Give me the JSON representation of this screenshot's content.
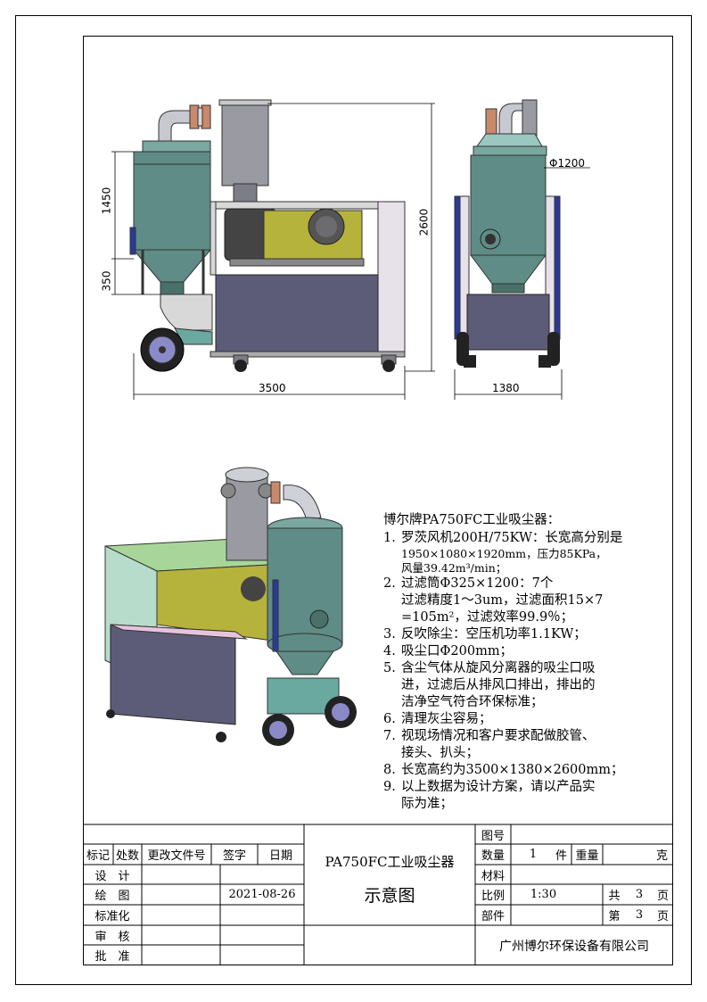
{
  "dimensions": {
    "side_height_upper": "1450",
    "side_height_lower": "350",
    "total_height": "2600",
    "total_length": "3500",
    "diameter": "Φ1200",
    "width": "1380"
  },
  "spec": {
    "title": "博尔牌PA750FC工业吸尘器：",
    "items": [
      {
        "n": "1.",
        "text": "罗茨风机200H/75KW：长宽高分别是",
        "sub": [
          "1950×1080×1920mm，压力85KPa，",
          "风量39.42m³/min；"
        ]
      },
      {
        "n": "2.",
        "text": "过滤筒Φ325×1200：7个",
        "sub2": [
          "过滤精度1～3um，过滤面积15×7",
          "=105m²，过滤效率99.9％；"
        ]
      },
      {
        "n": "3.",
        "text": "反吹除尘：空压机功率1.1KW；"
      },
      {
        "n": "4.",
        "text": "吸尘口Φ200mm；"
      },
      {
        "n": "5.",
        "text": "含尘气体从旋风分离器的吸尘口吸",
        "sub2": [
          "进，过滤后从排风口排出，排出的",
          "洁净空气符合环保标准；"
        ]
      },
      {
        "n": "6.",
        "text": "清理灰尘容易；"
      },
      {
        "n": "7.",
        "text": "视现场情况和客户要求配做胶管、",
        "sub2": [
          "接头、扒头；"
        ]
      },
      {
        "n": "8.",
        "text": "长宽高约为3500×1380×2600mm；"
      },
      {
        "n": "9.",
        "text": "以上数据为设计方案，请以产品实",
        "sub2": [
          "  际为准；"
        ]
      }
    ]
  },
  "titleblock": {
    "h_mark": "标记",
    "h_count": "处数",
    "h_doc": "更改文件号",
    "h_sign": "签字",
    "h_date": "日期",
    "r_design": "设　计",
    "r_draw": "绘　图",
    "r_draw_date": "2021-08-26",
    "r_std": "标准化",
    "r_review": "审　核",
    "r_approve": "批　准",
    "product_name": "PA750FC工业吸尘器",
    "drawing_type": "示意图",
    "l_drawno": "图号",
    "l_qty": "数量",
    "qty_val": "1",
    "qty_unit": "件",
    "l_weight": "重量",
    "weight_unit": "克",
    "l_material": "材料",
    "l_scale": "比例",
    "scale_val": "1:30",
    "total_label": "共",
    "total_val": "3",
    "page_unit": "页",
    "sheet_label": "第",
    "sheet_val": "3",
    "l_part": "部件",
    "company": "广州博尔环保设备有限公司"
  },
  "colors": {
    "tank": "#5f8c86",
    "tank_dark": "#4a706a",
    "base": "#5c5c78",
    "motor": "#b5b33c",
    "light_steel": "#d8d8d8",
    "pipe": "#9a9aa2",
    "flange": "#c98a6a",
    "roof": "#a8d69a",
    "blue": "#2a3a9a"
  }
}
